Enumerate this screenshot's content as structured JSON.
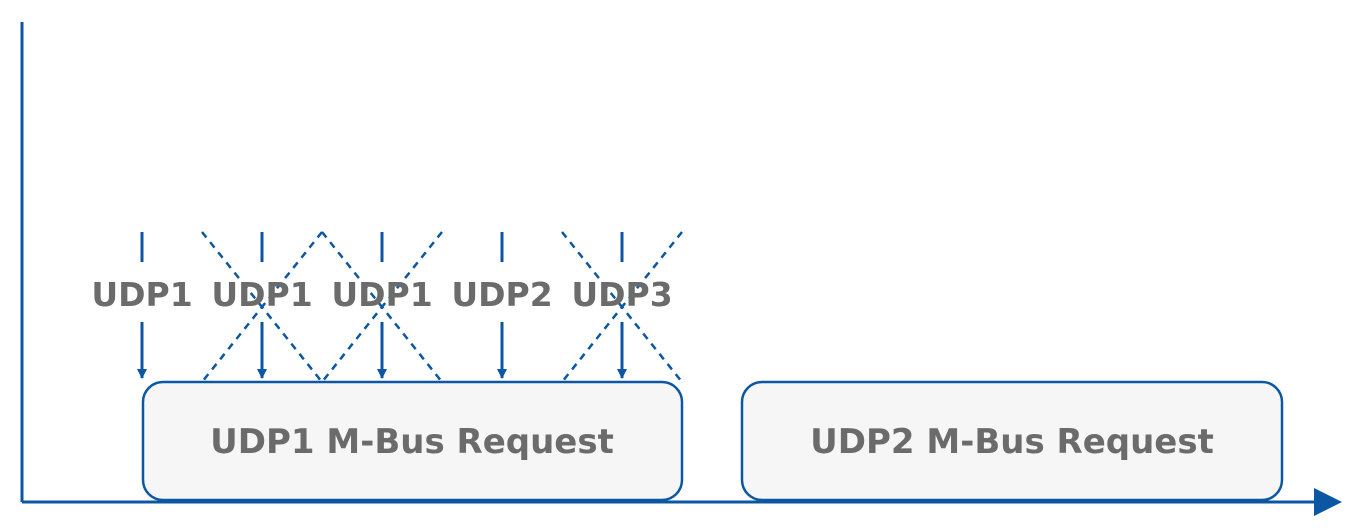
{
  "colors": {
    "line": "#0b57a4",
    "box_fill": "#f6f6f6",
    "text": "#6b6b6b"
  },
  "packets": [
    {
      "label": "UDP1",
      "rejected": false
    },
    {
      "label": "UDP1",
      "rejected": true
    },
    {
      "label": "UDP1",
      "rejected": true
    },
    {
      "label": "UDP2",
      "rejected": false
    },
    {
      "label": "UDP3",
      "rejected": true
    }
  ],
  "requests": [
    {
      "label": "UDP1 M-Bus Request"
    },
    {
      "label": "UDP2 M-Bus Request"
    }
  ]
}
